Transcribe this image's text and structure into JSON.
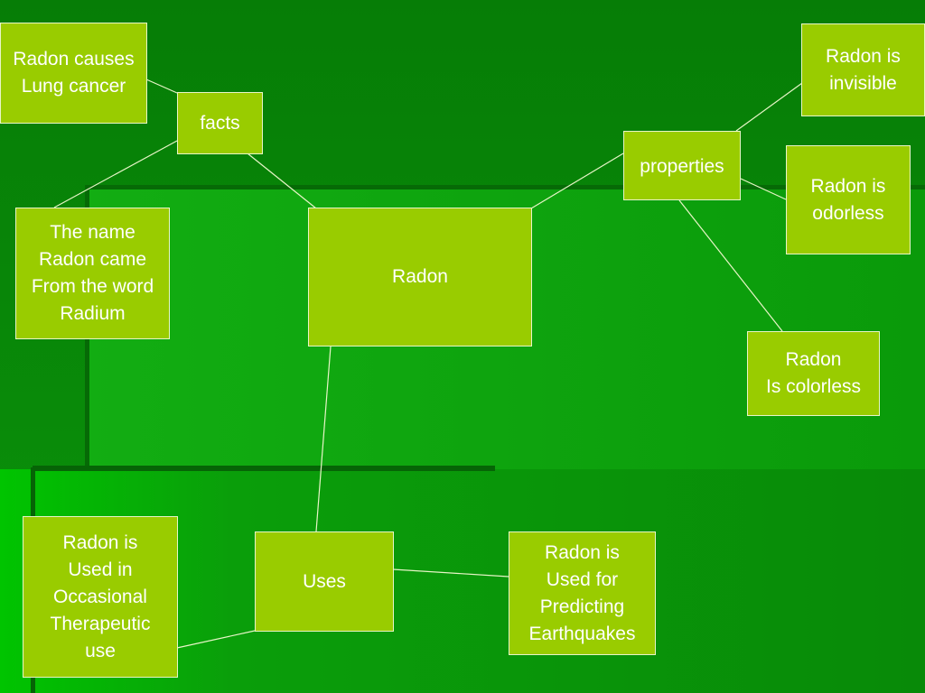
{
  "diagram": {
    "center": "Radon",
    "facts": "facts",
    "properties": "properties",
    "uses": "Uses",
    "fact_lung_cancer": "Radon causes\nLung cancer",
    "fact_name": "The name\nRadon came\nFrom the word\nRadium",
    "prop_invisible": "Radon is\ninvisible",
    "prop_odorless": "Radon is\nodorless",
    "prop_colorless": "Radon\nIs colorless",
    "use_therapeutic": "Radon is\nUsed in\nOccasional\nTherapeutic\nuse",
    "use_earthquakes": "Radon is\nUsed for\nPredicting\nEarthquakes"
  },
  "colors": {
    "node_fill": "#99cc00",
    "node_border": "#e8f5c8",
    "background": "#0a8a0a",
    "text": "#ffffff"
  }
}
